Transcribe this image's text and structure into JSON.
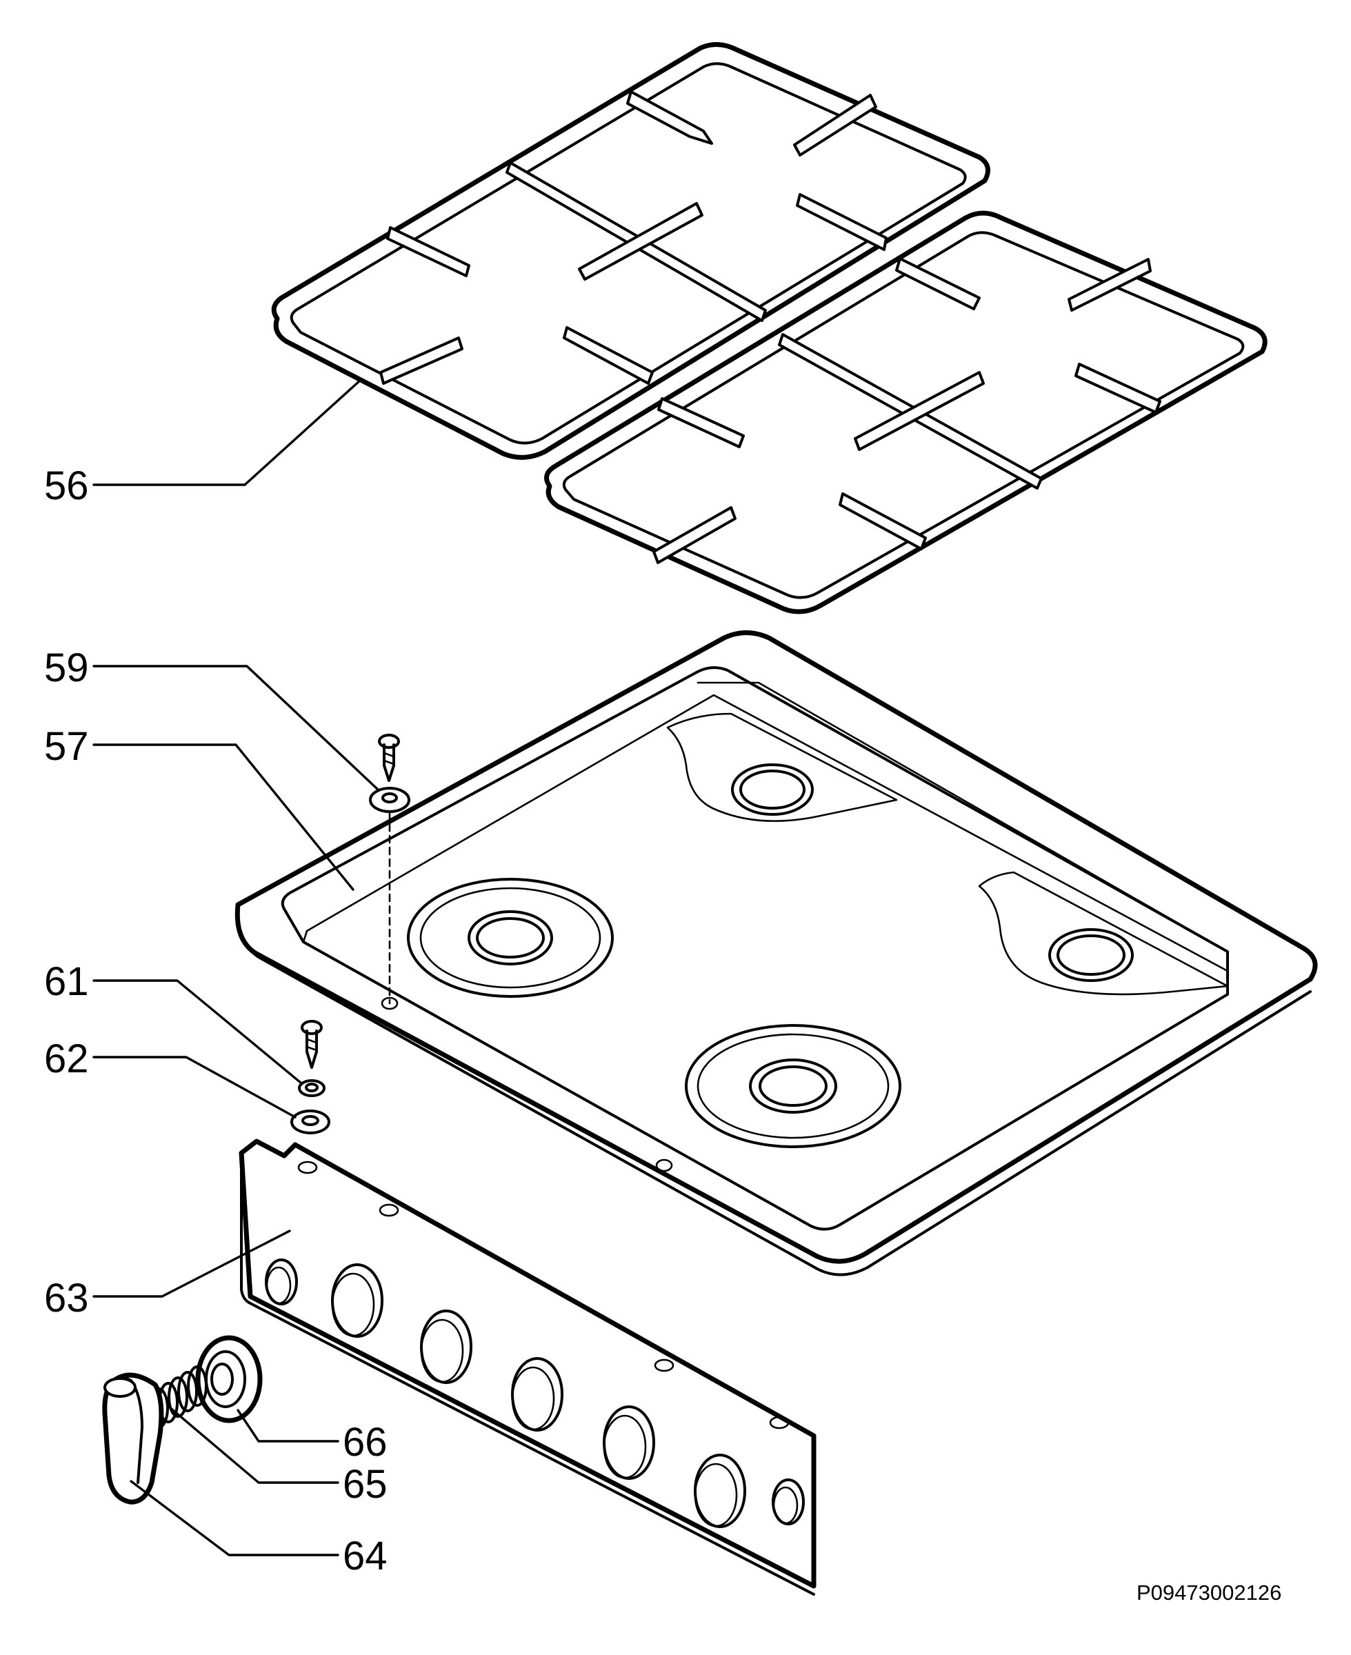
{
  "callouts": {
    "c56": "56",
    "c59": "59",
    "c57": "57",
    "c61": "61",
    "c62": "62",
    "c63": "63",
    "c66": "66",
    "c65": "65",
    "c64": "64"
  },
  "drawing_id": "P09473002126"
}
